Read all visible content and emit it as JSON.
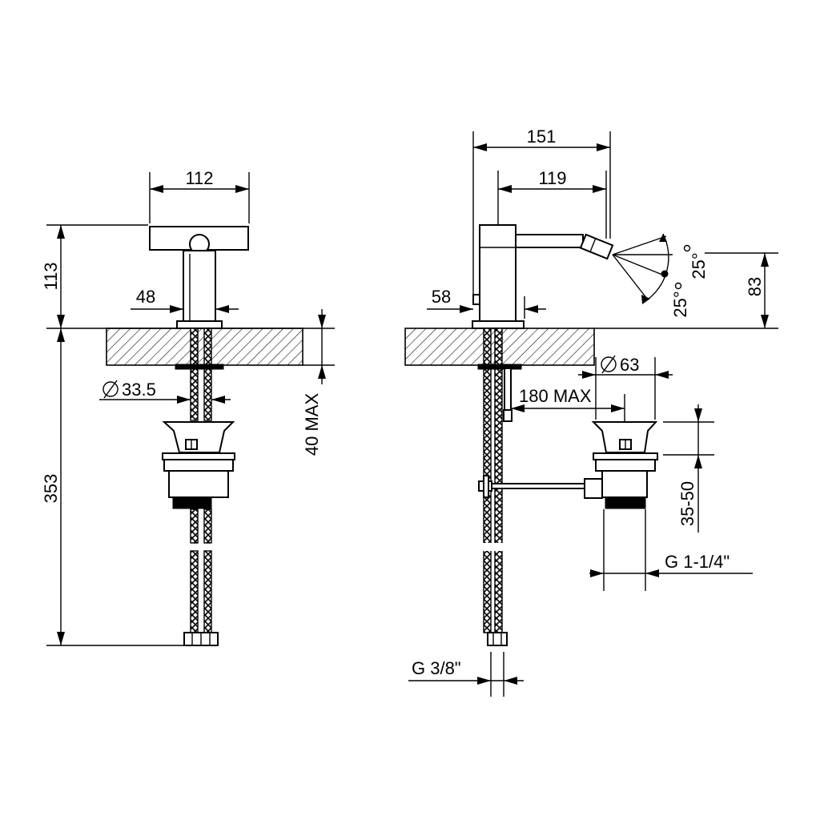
{
  "colors": {
    "stroke": "#000000",
    "background": "#ffffff"
  },
  "front_view": {
    "dims": {
      "width_top": "112",
      "height_top": "113",
      "base_diameter": "48",
      "shank_diameter": "33.5",
      "deck_thickness": "40 MAX",
      "total_height": "353"
    }
  },
  "side_view": {
    "dims": {
      "overall_reach": "151",
      "spout_reach": "119",
      "lever_offset": "58",
      "spout_height": "83",
      "angle_up": "25",
      "angle_down": "25",
      "degree_mark": "°",
      "waste_diameter": "63",
      "rod_max": "180 MAX",
      "waste_range": "35-50",
      "waste_thread": "G 1-1/4\"",
      "hose_thread": "G 3/8\""
    }
  }
}
